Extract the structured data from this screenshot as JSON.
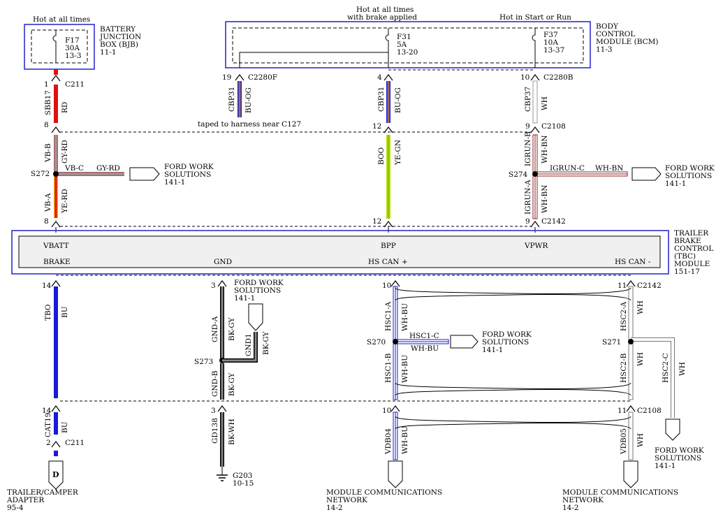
{
  "colors": {
    "red": "#e01010",
    "blue": "#1a1ad8",
    "black": "#000000",
    "yellow_green": "#c8e000",
    "orange": "#f5a400",
    "gray_red": "#b06060",
    "gray": "#888888",
    "module_border": "#2222cc",
    "module_fill": "#f0f0f0"
  },
  "top": {
    "hot_all_times": "Hot at all times",
    "hot_brake_1": "Hot at all times",
    "hot_brake_2": "with brake applied",
    "hot_start_run": "Hot in Start or Run"
  },
  "bjb": {
    "label": [
      "BATTERY",
      "JUNCTION",
      "BOX (BJB)",
      "11-1"
    ],
    "fuse": [
      "F17",
      "30A",
      "13-3"
    ]
  },
  "bcm": {
    "label": [
      "BODY",
      "CONTROL",
      "MODULE (BCM)",
      "11-3"
    ],
    "fuse31": [
      "F31",
      "5A",
      "13-20"
    ],
    "fuse37": [
      "F37",
      "10A",
      "13-37"
    ]
  },
  "connectors": {
    "c211_top_pin": "1",
    "c211_top": "C211",
    "c2280f_pin": "19",
    "c2280f": "C2280F",
    "bcm_pin4": "4",
    "c2280b_pin": "10",
    "c2280b": "C2280B",
    "c2108_pin8": "8",
    "c2108_pin12": "12",
    "c2108_pin9": "9",
    "c2108": "C2108",
    "c2142_pin8": "8",
    "c2142_pin12": "12",
    "c2142_pin9": "9",
    "c2142": "C2142",
    "tbc_pin14": "14",
    "tbc_pin3": "3",
    "tbc_pin10": "10",
    "tbc_pin11": "11",
    "c2142b": "C2142",
    "c2108b_pin14": "14",
    "c2108b_pin3": "3",
    "c2108b_pin10": "10",
    "c2108b_pin11": "11",
    "c2108b": "C2108",
    "c211_bot_pin": "2",
    "c211_bot": "C211"
  },
  "wires": {
    "sbb17": "SBB17",
    "rd": "RD",
    "cbp31a": "CBP31",
    "buog_a": "BU-OG",
    "cbp31b": "CBP31",
    "buog_b": "BU-OG",
    "cbp37": "CBP37",
    "wh_a": "WH",
    "taped": "taped to harness near C127",
    "vbb": "VB-B",
    "gyrd_a": "GY-RD",
    "vbc": "VB-C",
    "gyrd_c": "GY-RD",
    "vba": "VB-A",
    "yerd": "YE-RD",
    "boo": "BOO",
    "yegn": "YE-GN",
    "igrunb": "IGRUN-B",
    "whbn_b": "WH-BN",
    "igrunc": "IGRUN-C",
    "whbn_c": "WH-BN",
    "igruna": "IGRUN-A",
    "whbn_a": "WH-BN",
    "tbo": "TBO",
    "bu_a": "BU",
    "gnda": "GND-A",
    "bkgy_a": "BK-GY",
    "gnd1": "GND1",
    "bkgy_1": "BK-GY",
    "gndb": "GND-B",
    "bkgy_b": "BK-GY",
    "hsc1a": "HSC1-A",
    "whbu_a": "WH-BU",
    "hsc1c": "HSC1-C",
    "whbu_c": "WH-BU",
    "hsc1b": "HSC1-B",
    "whbu_b": "WH-BU",
    "hsc2a": "HSC2-A",
    "wh_2a": "WH",
    "hsc2b": "HSC2-B",
    "wh_2b": "WH",
    "hsc2c": "HSC2-C",
    "wh_2c": "WH",
    "cat19": "CAT19",
    "bu_b": "BU",
    "gd138": "GD138",
    "bkwh": "BK-WH",
    "vdb04": "VDB04",
    "whbu_d": "WH-BU",
    "vdb05": "VDB05",
    "wh_d": "WH"
  },
  "splices": {
    "s272": "S272",
    "s274": "S274",
    "s273": "S273",
    "s270": "S270",
    "s271": "S271"
  },
  "tbc": {
    "vbatt": "VBATT",
    "bpp": "BPP",
    "vpwr": "VPWR",
    "brake": "BRAKE",
    "gnd": "GND",
    "hscan_p": "HS CAN +",
    "hscan_m": "HS CAN -",
    "label": [
      "TRAILER",
      "BRAKE",
      "CONTROL",
      "(TBC)",
      "MODULE",
      "151-17"
    ]
  },
  "refs": {
    "fws1": [
      "FORD WORK",
      "SOLUTIONS",
      "141-1"
    ],
    "fws2": [
      "FORD WORK",
      "SOLUTIONS",
      "141-1"
    ],
    "fws3": [
      "FORD WORK",
      "SOLUTIONS",
      "141-1"
    ],
    "fws4": [
      "FORD WORK",
      "SOLUTIONS",
      "141-1"
    ],
    "fws5": [
      "FORD WORK",
      "SOLUTIONS",
      "141-1"
    ],
    "trailer": [
      "TRAILER/CAMPER",
      "ADAPTER",
      "95-4"
    ],
    "trailer_pin": "D",
    "g203": [
      "G203",
      "10-15"
    ],
    "mcn1": [
      "MODULE COMMUNICATIONS",
      "NETWORK",
      "14-2"
    ],
    "mcn2": [
      "MODULE COMMUNICATIONS",
      "NETWORK",
      "14-2"
    ]
  }
}
